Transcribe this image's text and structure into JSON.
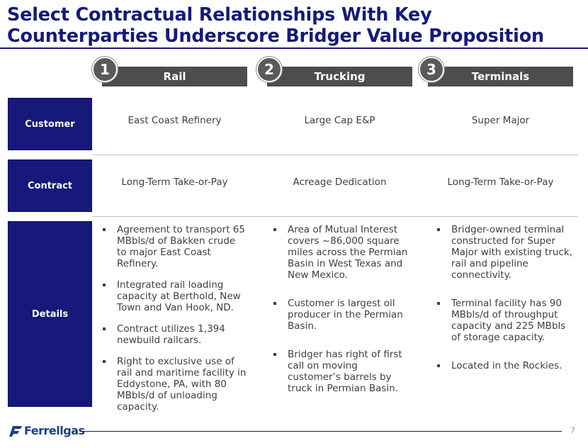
{
  "title": "Select Contractual Relationships With Key Counterparties Underscore Bridger Value Proposition",
  "columns": [
    {
      "number": "1",
      "label": "Rail"
    },
    {
      "number": "2",
      "label": "Trucking"
    },
    {
      "number": "3",
      "label": "Terminals"
    }
  ],
  "rows": {
    "customer": {
      "label": "Customer",
      "values": [
        "East Coast Refinery",
        "Large Cap E&P",
        "Super Major"
      ]
    },
    "contract": {
      "label": "Contract",
      "values": [
        "Long-Term Take-or-Pay",
        "Acreage Dedication",
        "Long-Term Take-or-Pay"
      ]
    },
    "details": {
      "label": "Details",
      "rail": [
        "Agreement to transport 65 MBbls/d of Bakken crude to major East Coast Refinery.",
        "Integrated rail loading capacity at Berthold, New Town and Van Hook, ND.",
        "Contract utilizes 1,394 newbuild railcars.",
        "Right to exclusive use of rail and maritime facility in Eddystone, PA, with 80 MBbls/d of unloading capacity."
      ],
      "trucking": [
        "Area of Mutual Interest covers ~86,000 square miles across the Permian Basin in West Texas and New Mexico.",
        "Customer is largest oil producer in the Permian Basin.",
        "Bridger has right of first call on moving customer’s barrels by truck in Permian Basin."
      ],
      "terminals": [
        "Bridger-owned terminal constructed for Super Major with existing truck, rail and pipeline connectivity.",
        "Terminal facility has 90 MBbls/d of throughput capacity and 225 MBbls of storage capacity.",
        "Located in the Rockies."
      ]
    }
  },
  "footer": {
    "logo_text": "Ferrellgas",
    "page_number": "7"
  },
  "colors": {
    "navy": "#16197a",
    "header_gray": "#4d4d4d",
    "logo_blue": "#1b3f8a"
  }
}
